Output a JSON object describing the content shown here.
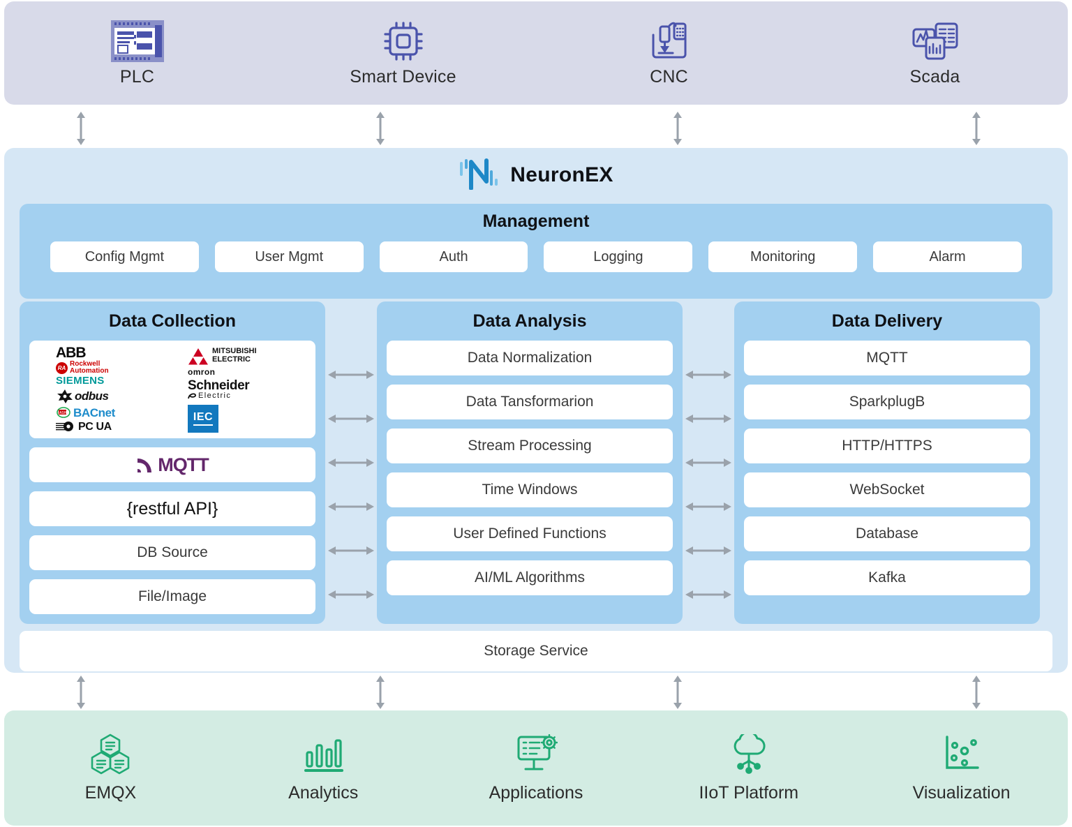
{
  "top_band": {
    "devices": [
      {
        "label": "PLC",
        "icon": "plc-icon"
      },
      {
        "label": "Smart Device",
        "icon": "chip-icon"
      },
      {
        "label": "CNC",
        "icon": "cnc-machine-icon"
      },
      {
        "label": "Scada",
        "icon": "scada-dashboard-icon"
      }
    ]
  },
  "neuronex": {
    "title": "NeuronEX",
    "logo_icon": "neuronex-logo-icon",
    "management": {
      "title": "Management",
      "items": [
        "Config Mgmt",
        "User Mgmt",
        "Auth",
        "Logging",
        "Monitoring",
        "Alarm"
      ]
    },
    "columns": [
      {
        "title": "Data Collection",
        "logos": {
          "left": [
            "ABB",
            "Rockwell Automation",
            "SIEMENS",
            "Modbus",
            "BACnet",
            "OPC UA"
          ],
          "right": [
            "MITSUBISHI ELECTRIC",
            "omron",
            "Schneider Electric",
            "IEC"
          ]
        },
        "brands": {
          "abb": "ABB",
          "rockwell_badge": "RA",
          "rockwell_line1": "Rockwell",
          "rockwell_line2": "Automation",
          "siemens": "SIEMENS",
          "modbus": "odbus",
          "bacnet": "BACnet",
          "opcua": "PC UA",
          "mitsubishi_line1": "MITSUBISHI",
          "mitsubishi_line2": "ELECTRIC",
          "omron": "omron",
          "schneider_line1": "Schneider",
          "schneider_line2": "Electric",
          "iec": "IEC"
        },
        "mqtt": "MQTT",
        "restful": "{restful API}",
        "items": [
          "DB Source",
          "File/Image"
        ]
      },
      {
        "title": "Data Analysis",
        "items": [
          "Data Normalization",
          "Data Tansformarion",
          "Stream Processing",
          "Time Windows",
          "User Defined Functions",
          "AI/ML Algorithms"
        ]
      },
      {
        "title": "Data Delivery",
        "items": [
          "MQTT",
          "SparkplugB",
          "HTTP/HTTPS",
          "WebSocket",
          "Database",
          "Kafka"
        ]
      }
    ],
    "storage_service": "Storage Service"
  },
  "bottom_band": {
    "sinks": [
      {
        "label": "EMQX",
        "icon": "hexagon-cluster-icon"
      },
      {
        "label": "Analytics",
        "icon": "bar-chart-icon"
      },
      {
        "label": "Applications",
        "icon": "monitor-gear-icon"
      },
      {
        "label": "IIoT Platform",
        "icon": "cloud-tree-icon"
      },
      {
        "label": "Visualization",
        "icon": "scatter-plot-icon"
      }
    ]
  },
  "colors": {
    "top_band": "#d8dae9",
    "device_icon": "#4a53ab",
    "neuronex_container": "#d6e7f5",
    "panel_blue": "#a3d0f0",
    "card_white": "#ffffff",
    "bottom_band": "#d3ece3",
    "sink_icon": "#1faa74",
    "arrow_gray": "#9aa2ab",
    "logo_blue": "#2a9de0"
  }
}
